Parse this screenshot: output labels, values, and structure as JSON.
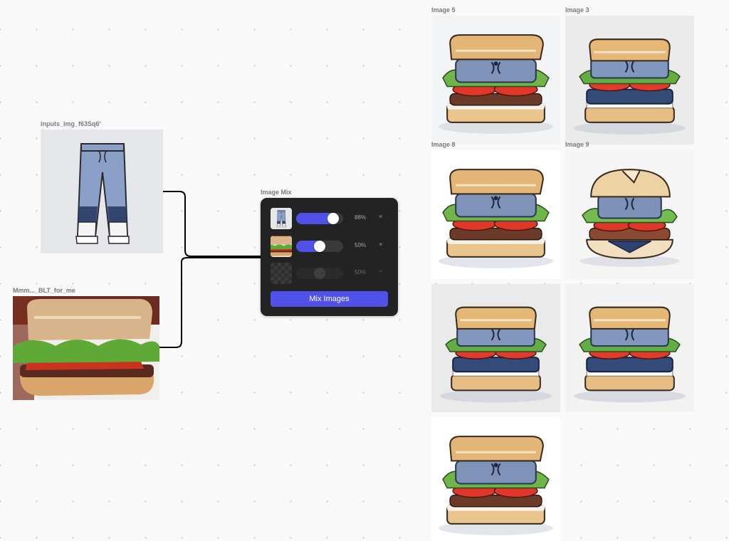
{
  "canvas": {
    "input_nodes": [
      {
        "label": "inputs_img_f63Sq6'"
      },
      {
        "label": "Mmm..._BLT_for_me"
      }
    ],
    "mix_node": {
      "title": "Image Mix",
      "rows": [
        {
          "percent": "88%",
          "value": 88,
          "remove": "×",
          "enabled": true
        },
        {
          "percent": "50%",
          "value": 50,
          "remove": "×",
          "enabled": true
        },
        {
          "percent": "50%",
          "value": 50,
          "remove": "×",
          "enabled": false
        }
      ],
      "button_label": "Mix Images"
    },
    "outputs": [
      {
        "label": "Image 5"
      },
      {
        "label": "Image 3"
      },
      {
        "label": "Image 8"
      },
      {
        "label": "Image 9"
      }
    ]
  },
  "colors": {
    "canvas_bg": "#f9f9f9",
    "panel_bg": "#232323",
    "accent": "#5151ea",
    "wire": "#000000"
  }
}
